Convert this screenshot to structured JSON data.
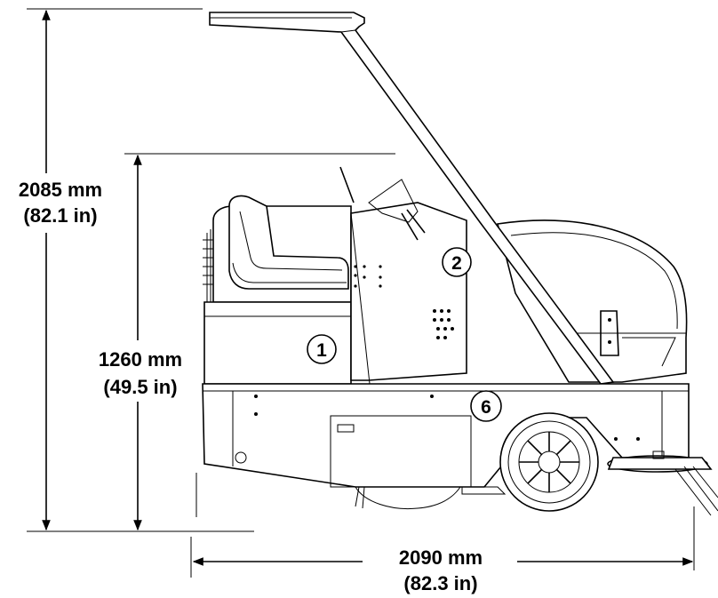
{
  "dimensions": {
    "overall_height": {
      "mm": "2085 mm",
      "in": "(82.1 in)"
    },
    "seat_height": {
      "mm": "1260 mm",
      "in": "(49.5 in)"
    },
    "overall_length": {
      "mm": "2090 mm",
      "in": "(82.3 in)"
    }
  },
  "callouts": [
    "1",
    "2",
    "6"
  ],
  "colors": {
    "line": "#000000",
    "background": "#ffffff"
  }
}
